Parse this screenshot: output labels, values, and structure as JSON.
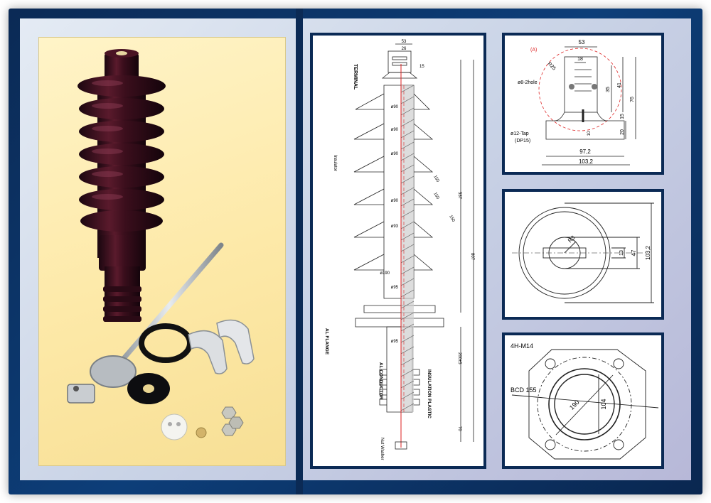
{
  "main_drawing": {
    "top_width": "53",
    "top_width2": "26",
    "terminal_label": "TERMINAL",
    "insulator_label": "Insulator",
    "al_flange_label": "AL FLANGE",
    "al_conductor_label": "AL CONDUCTOR",
    "insulation_plastic_label": "INSULATION PLASTIC",
    "nut_washer_label": "Nut Washer",
    "dia_90_1": "ø90",
    "dia_90_2": "ø90",
    "dia_90_3": "ø90",
    "dia_90_4": "ø90",
    "dia_93": "ø93",
    "dia_190": "ø190",
    "dia_95_1": "ø95",
    "dia_95_2": "ø95",
    "dim_537": "537",
    "dim_807": "807",
    "dim_200": "200±5",
    "dim_70": "70",
    "r15": "15",
    "shed_150_1": "150",
    "shed_150_2": "150",
    "shed_150_3": "150"
  },
  "terminal_detail": {
    "ref_a": "(A)",
    "dim_53": "53",
    "dim_18": "18",
    "dim_r25": "R25",
    "hole_label": "ø8-2hole",
    "tap_label_1": "ø12-Tap",
    "tap_label_2": "(DP15)",
    "dim_35": "35",
    "dim_41": "41",
    "dim_76": "76",
    "dim_20": "20",
    "dim_15": "15",
    "dim_10": "10",
    "dim_97": "97,2",
    "dim_103": "103,2"
  },
  "washer_detail": {
    "r_label": "R3",
    "dim_13": "13",
    "dim_47": "47",
    "dim_103": "103,2"
  },
  "flange_detail": {
    "holes_label": "4H-M14",
    "bcd_label": "BCD 155",
    "dim_190": "190",
    "dim_104": "104"
  }
}
